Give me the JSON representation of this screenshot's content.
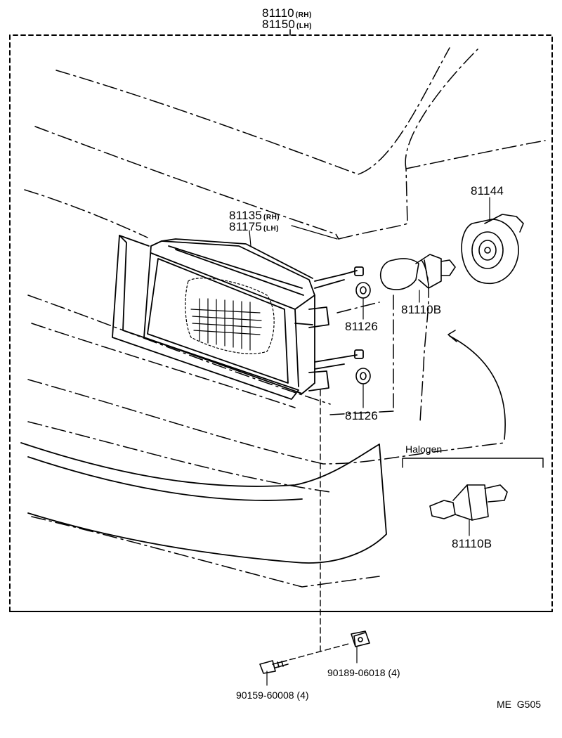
{
  "assembly": {
    "part_rh": "81110",
    "part_lh": "81150",
    "rh": "(RH)",
    "lh": "(LH)"
  },
  "unit": {
    "part_rh": "81135",
    "part_lh": "81175",
    "rh": "(RH)",
    "lh": "(LH)"
  },
  "parts": {
    "bulb_cover": "81144",
    "bulb": "81110B",
    "grommet_upper": "81126",
    "grommet_lower": "81126",
    "halogen_bulb": "81110B",
    "screw": "90159-60008 (4)",
    "nut": "90189-06018 (4)"
  },
  "variant": {
    "halogen_label": "Halogen"
  },
  "footer": {
    "code": "ME  G505"
  }
}
